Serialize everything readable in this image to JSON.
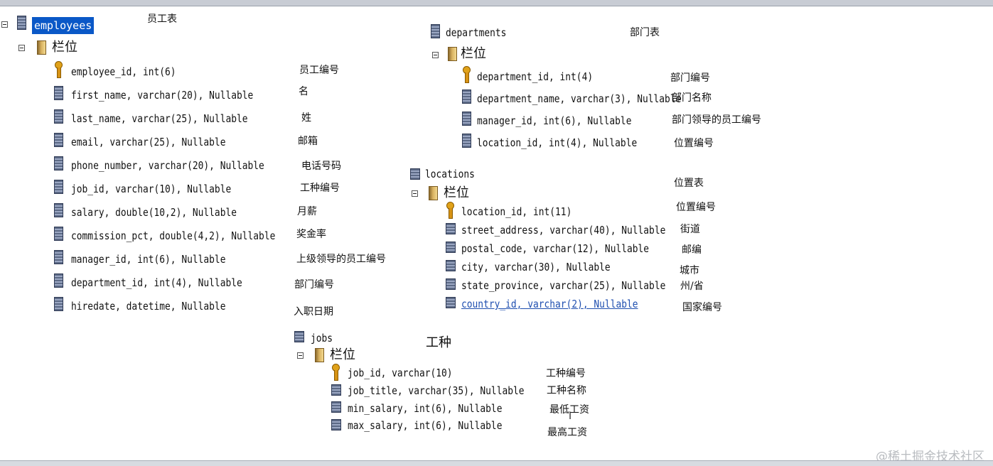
{
  "employees": {
    "table_name": "employees",
    "cn_title": "员工表",
    "folder": "栏位",
    "columns": [
      {
        "text": "employee_id, int(6)",
        "desc": "员工编号"
      },
      {
        "text": "first_name, varchar(20), Nullable",
        "desc": "名"
      },
      {
        "text": "last_name, varchar(25), Nullable",
        "desc": "姓"
      },
      {
        "text": "email, varchar(25), Nullable",
        "desc": "邮箱"
      },
      {
        "text": "phone_number, varchar(20), Nullable",
        "desc": "电话号码"
      },
      {
        "text": "job_id, varchar(10), Nullable",
        "desc": "工种编号"
      },
      {
        "text": "salary, double(10,2), Nullable",
        "desc": "月薪"
      },
      {
        "text": "commission_pct, double(4,2), Nullable",
        "desc": "奖金率"
      },
      {
        "text": "manager_id, int(6), Nullable",
        "desc": "上级领导的员工编号"
      },
      {
        "text": "department_id, int(4), Nullable",
        "desc": "部门编号"
      },
      {
        "text": "hiredate, datetime, Nullable",
        "desc": "入职日期"
      }
    ]
  },
  "departments": {
    "table_name": "departments",
    "cn_title": "部门表",
    "folder": "栏位",
    "columns": [
      {
        "text": "department_id, int(4)",
        "desc": "部门编号"
      },
      {
        "text": "department_name, varchar(3), Nullable",
        "desc": "部门名称"
      },
      {
        "text": "manager_id, int(6), Nullable",
        "desc": "部门领导的员工编号"
      },
      {
        "text": "location_id, int(4), Nullable",
        "desc": "位置编号"
      }
    ]
  },
  "locations": {
    "table_name": "locations",
    "cn_title": "位置表",
    "folder": "栏位",
    "columns": [
      {
        "text": "location_id, int(11)",
        "desc": "位置编号"
      },
      {
        "text": "street_address, varchar(40), Nullable",
        "desc": "街道"
      },
      {
        "text": "postal_code, varchar(12), Nullable",
        "desc": "邮编"
      },
      {
        "text": "city, varchar(30), Nullable",
        "desc": "城市"
      },
      {
        "text": "state_province, varchar(25), Nullable",
        "desc": "州/省"
      },
      {
        "text": "country_id, varchar(2), Nullable",
        "desc": "国家编号"
      }
    ]
  },
  "jobs": {
    "table_name": "jobs",
    "cn_title": "工种",
    "folder": "栏位",
    "columns": [
      {
        "text": "job_id, varchar(10)",
        "desc": "工种编号"
      },
      {
        "text": "job_title, varchar(35), Nullable",
        "desc": "工种名称"
      },
      {
        "text": "min_salary, int(6), Nullable",
        "desc": "最低工资"
      },
      {
        "text": "max_salary, int(6), Nullable",
        "desc": "最高工资"
      }
    ]
  },
  "watermark": "@稀土掘金技术社区"
}
